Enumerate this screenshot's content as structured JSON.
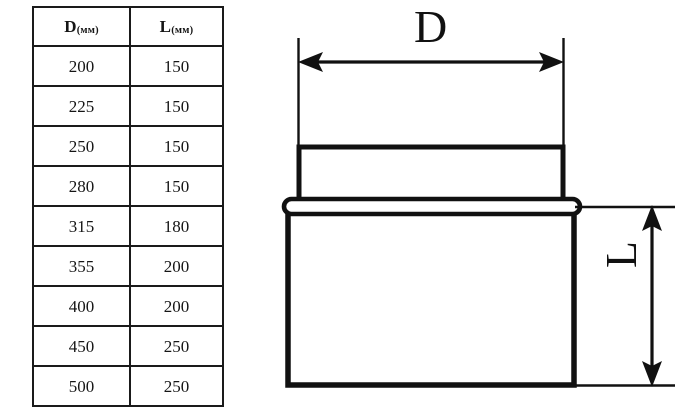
{
  "table": {
    "headers": [
      {
        "symbol": "D",
        "unit": "(мм)"
      },
      {
        "symbol": "L",
        "unit": "(мм)"
      }
    ],
    "rows": [
      {
        "d": "200",
        "l": "150"
      },
      {
        "d": "225",
        "l": "150"
      },
      {
        "d": "250",
        "l": "150"
      },
      {
        "d": "280",
        "l": "150"
      },
      {
        "d": "315",
        "l": "180"
      },
      {
        "d": "355",
        "l": "200"
      },
      {
        "d": "400",
        "l": "200"
      },
      {
        "d": "450",
        "l": "250"
      },
      {
        "d": "500",
        "l": "250"
      }
    ]
  },
  "drawing": {
    "dimension_d_label": "D",
    "dimension_l_label": "L",
    "stroke_color": "#111111",
    "fill_color": "#ffffff"
  },
  "chart_data": {
    "type": "table",
    "title": "",
    "categories": [
      "D (мм)",
      "L (мм)"
    ],
    "series": [
      {
        "name": "D (мм)",
        "values": [
          200,
          225,
          250,
          280,
          315,
          355,
          400,
          450,
          500
        ]
      },
      {
        "name": "L (мм)",
        "values": [
          150,
          150,
          150,
          150,
          180,
          200,
          200,
          250,
          250
        ]
      }
    ],
    "xlabel": "D (мм)",
    "ylabel": "L (мм)"
  }
}
